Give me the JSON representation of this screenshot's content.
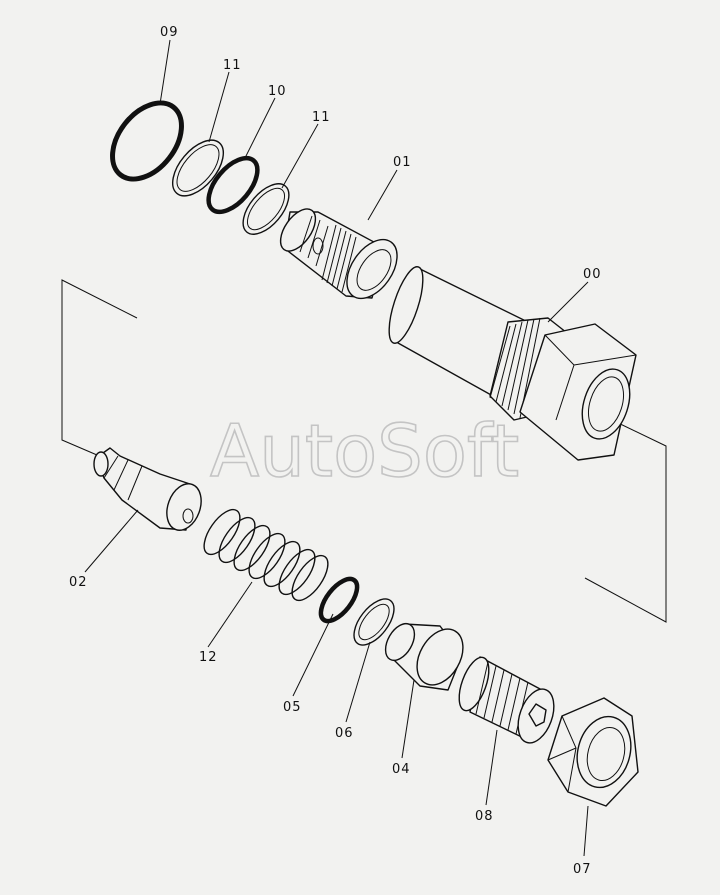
{
  "watermark": "AutoSoft",
  "parts": {
    "p00": "00",
    "p01": "01",
    "p02": "02",
    "p04": "04",
    "p05": "05",
    "p06": "06",
    "p07": "07",
    "p08": "08",
    "p09": "09",
    "p10": "10",
    "p11a": "11",
    "p11b": "11",
    "p12": "12"
  }
}
